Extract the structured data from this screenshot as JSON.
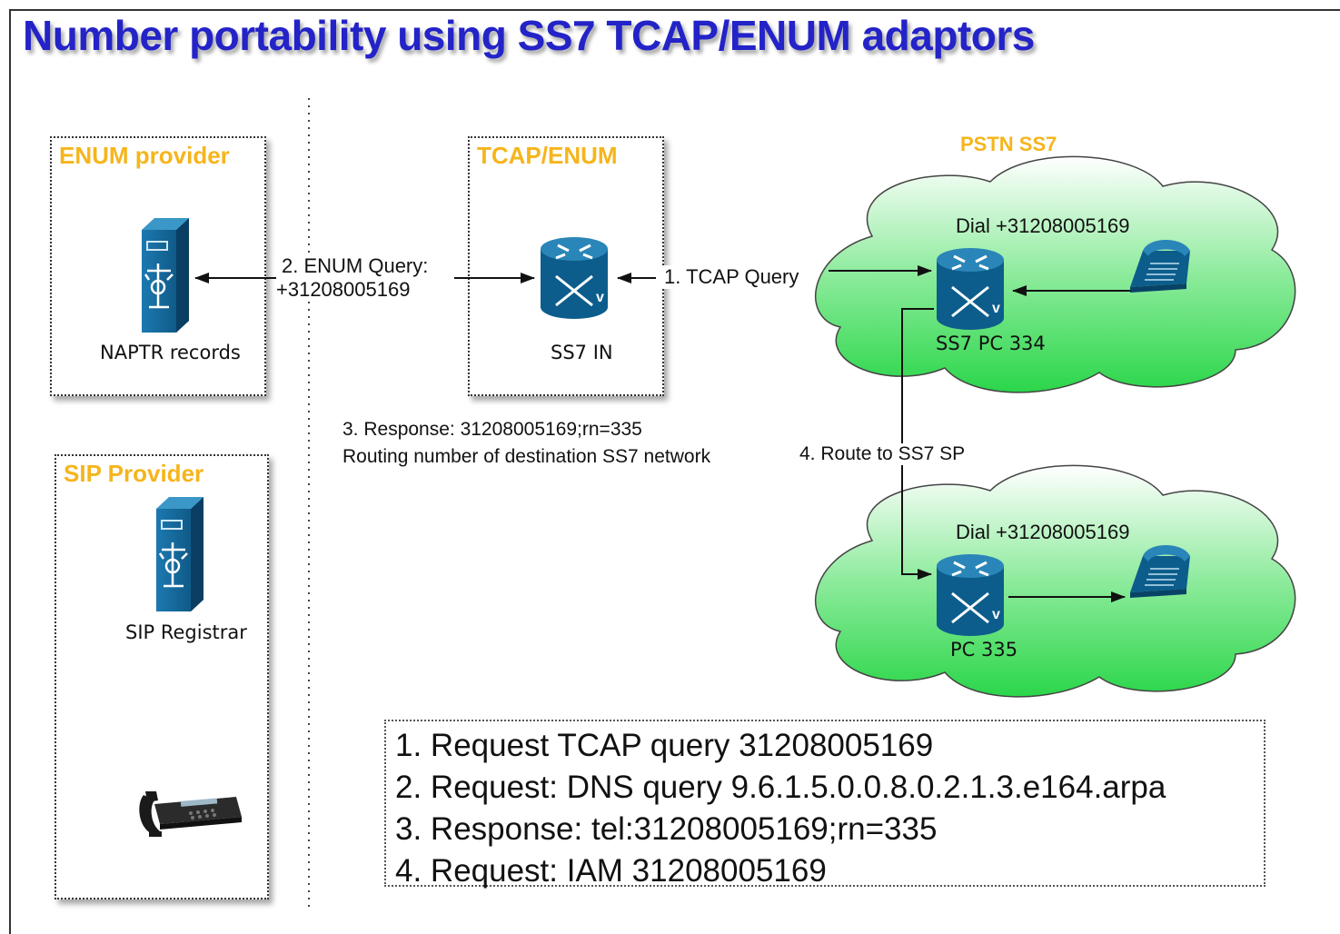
{
  "title": "Number portability using SS7 TCAP/ENUM adaptors",
  "boxes": {
    "enum_provider": "ENUM provider",
    "tcap_enum": "TCAP/ENUM",
    "sip_provider": "SIP Provider"
  },
  "clouds": {
    "pstn_label": "PSTN SS7",
    "top_dial": "Dial +31208005169",
    "bottom_dial": "Dial +31208005169"
  },
  "nodes": {
    "naptr": "NAPTR records",
    "ss7_in": "SS7 IN",
    "sip_registrar": "SIP  Registrar",
    "ss7_pc_334": "SS7 PC 334",
    "pc_335": "PC 335"
  },
  "arrows": {
    "enum_query_line1": "2. ENUM Query:",
    "enum_query_line2": "+31208005169",
    "tcap_query": "1. TCAP Query",
    "response_line1": "3. Response: 31208005169;rn=335",
    "response_line2": "Routing number of destination SS7 network",
    "route": "4. Route to SS7 SP"
  },
  "legend": [
    "1. Request TCAP query 31208005169",
    "2. Request: DNS query 9.6.1.5.0.0.8.0.2.1.3.e164.arpa",
    "3. Response: tel:31208005169;rn=335",
    "4. Request: IAM 31208005169"
  ],
  "colors": {
    "title": "#2323c8",
    "box_label": "#f5b51c",
    "cloud_fill_top": "#ffffff",
    "cloud_fill_bottom": "#2bd64a",
    "device": "#0c5d8c"
  },
  "icons": [
    "server-icon",
    "router-icon",
    "telephone-icon",
    "desk-phone-icon"
  ]
}
